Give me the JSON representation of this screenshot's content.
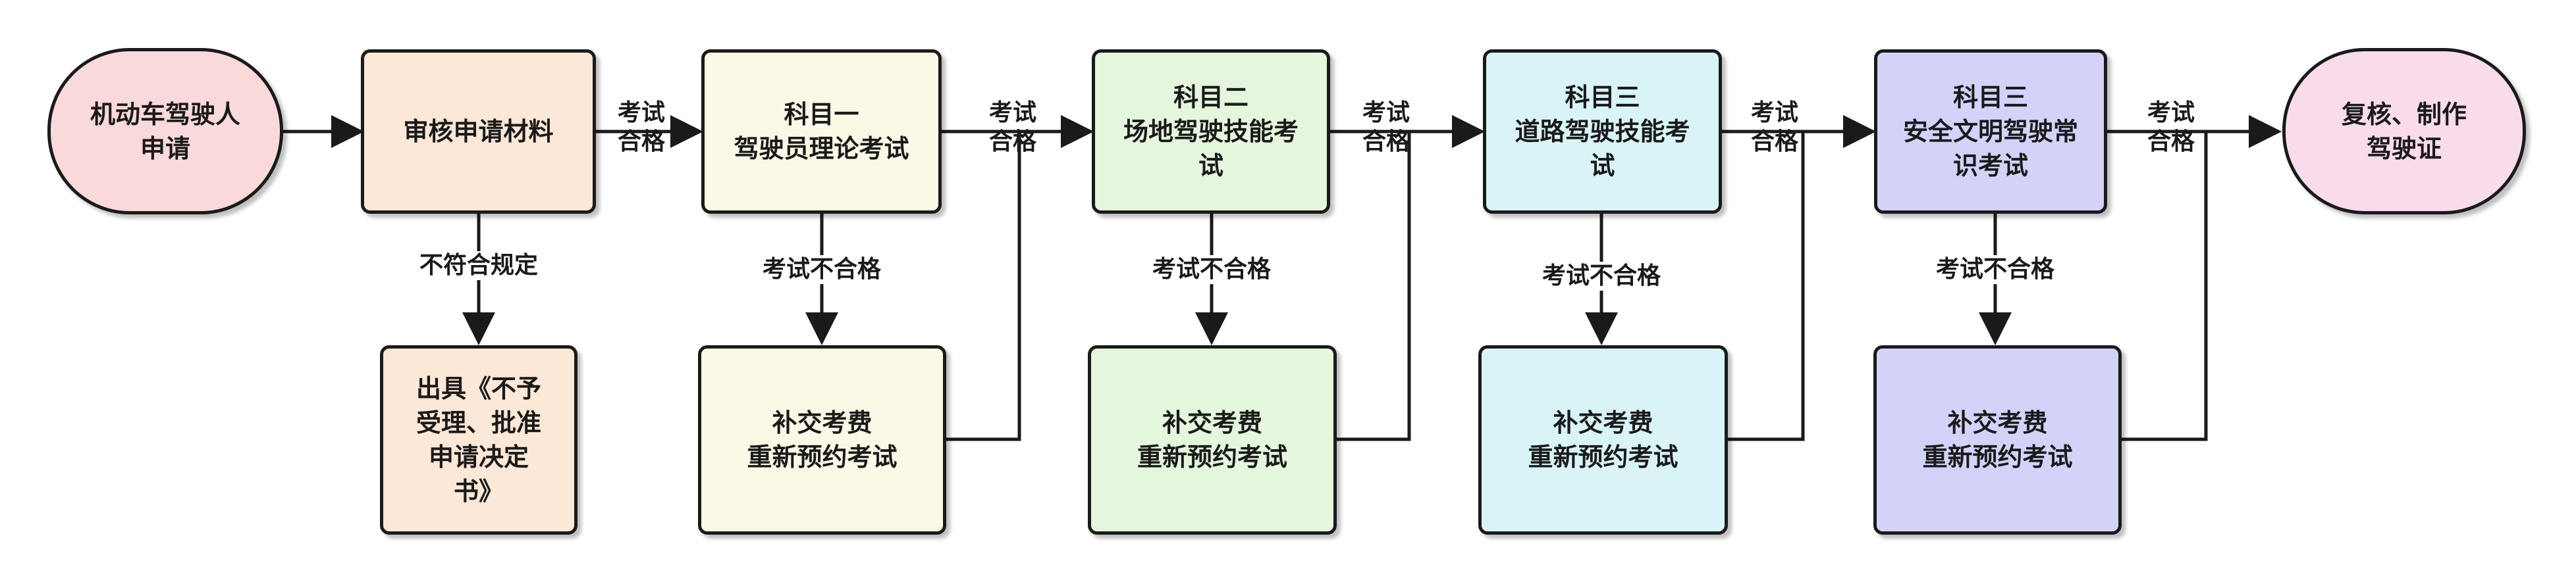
{
  "colors": {
    "start": "#f9d9d9",
    "review": "#fce8d6",
    "reject": "#fce8d6",
    "subject1": "#fcf8e6",
    "subject2": "#e4f6dc",
    "subject3road": "#d9f4f6",
    "subject3safety": "#d3d3fa",
    "end": "#f8dcec",
    "line": "#1a1a1a"
  },
  "nodes": {
    "start": "机动车驾驶人\n申请",
    "review": "审核申请材料",
    "reject": "出具《不予\n受理、批准\n申请决定\n书》",
    "subject1": "科目一\n驾驶员理论考试",
    "retake1": "补交考费\n重新预约考试",
    "subject2": "科目二\n场地驾驶技能考\n试",
    "retake2": "补交考费\n重新预约考试",
    "subject3road": "科目三\n道路驾驶技能考\n试",
    "retake3": "补交考费\n重新预约考试",
    "subject3safety": "科目三\n安全文明驾驶常\n识考试",
    "retake4": "补交考费\n重新预约考试",
    "end": "复核、制作\n驾驶证"
  },
  "labels": {
    "pass": "考试\n合格",
    "fail": "考试不合格",
    "not_compliant": "不符合规定"
  }
}
